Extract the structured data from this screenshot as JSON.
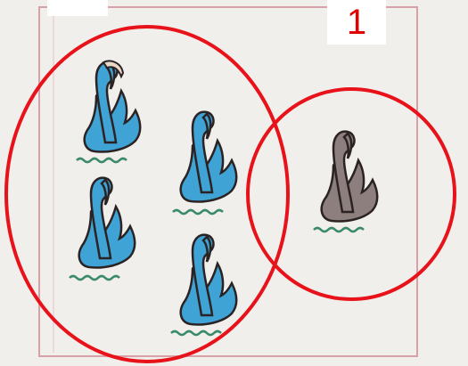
{
  "labels": {
    "left_box_text": "",
    "right_box_text": "1"
  },
  "groups": [
    {
      "name": "blue-swans",
      "count": 4,
      "color": "#3fa3d6"
    },
    {
      "name": "gray-swans",
      "count": 1,
      "color": "#8c7f7d"
    }
  ],
  "colors": {
    "ring": "#e8121a",
    "frame": "#d9a0a8",
    "background": "#f1efec",
    "outline": "#2b2323",
    "water": "#3a8a6a"
  }
}
